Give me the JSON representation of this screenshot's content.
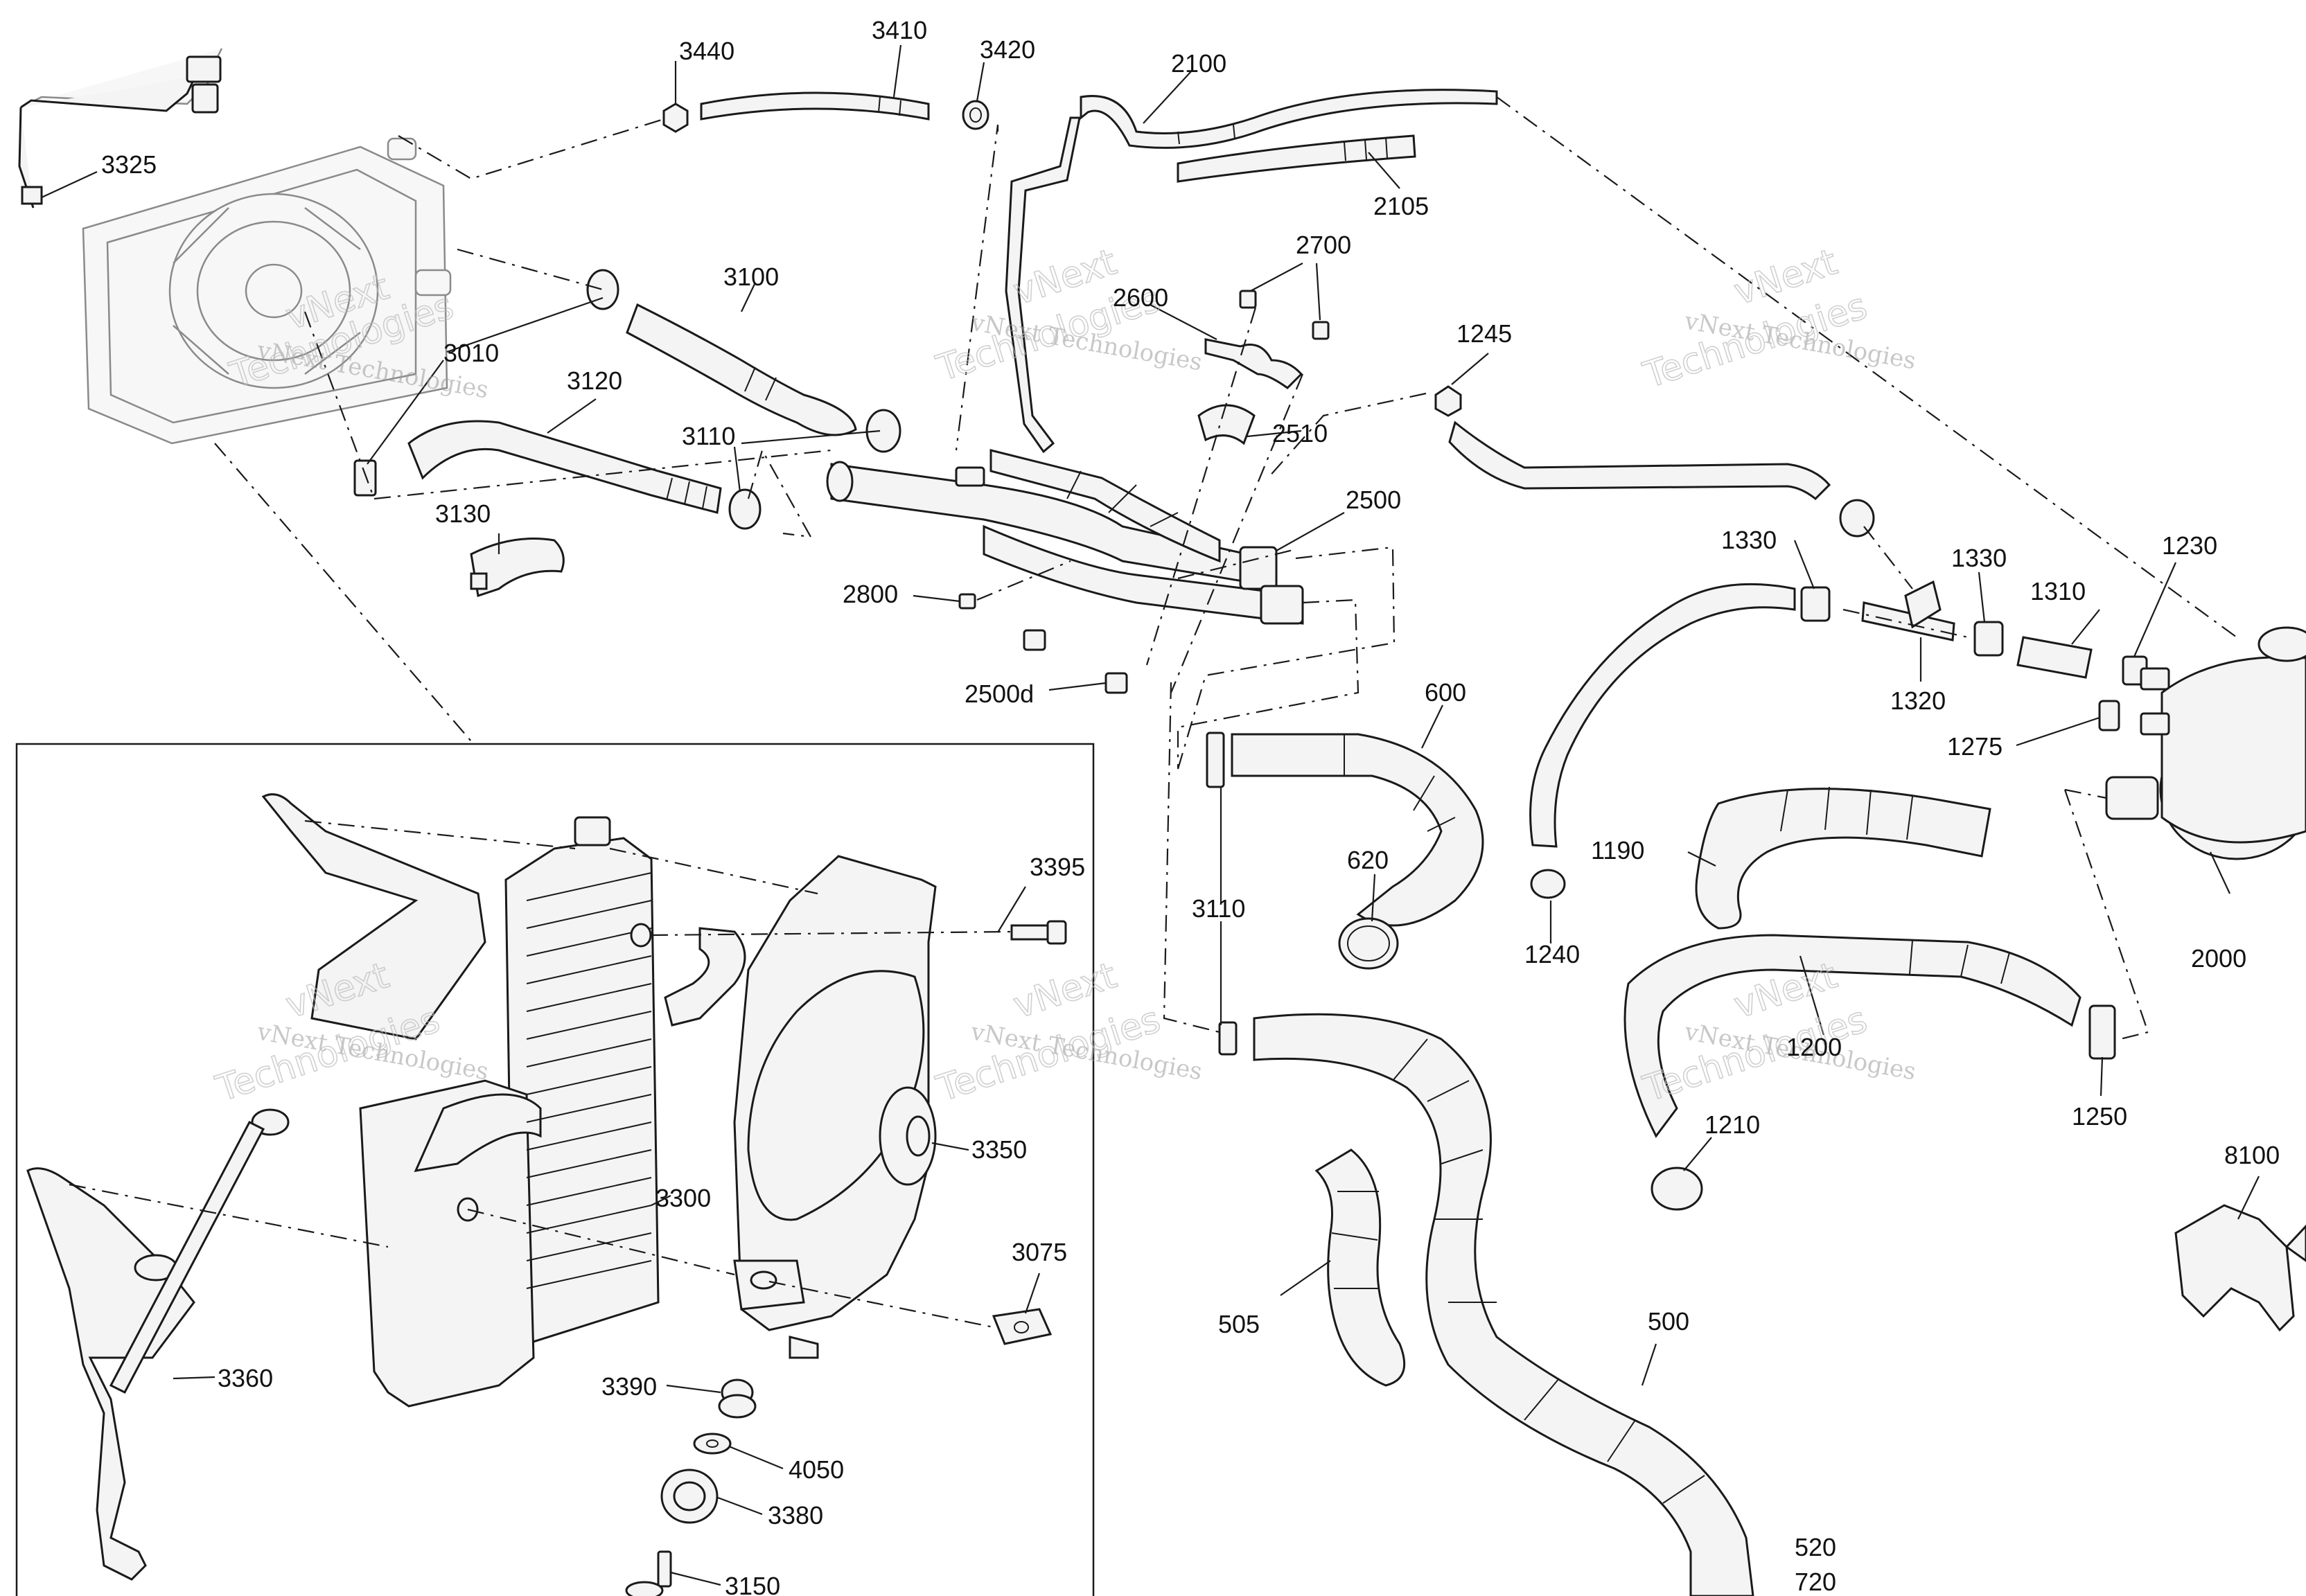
{
  "callouts": {
    "c3325": "3325",
    "c3440": "3440",
    "c3410": "3410",
    "c3420": "3420",
    "c2100": "2100",
    "c2105": "2105",
    "c2700": "2700",
    "c2600": "2600",
    "c3100": "3100",
    "c3010": "3010",
    "c3120": "3120",
    "c3110a": "3110",
    "c3130": "3130",
    "c1245": "1245",
    "c2510": "2510",
    "c2500": "2500",
    "c2800": "2800",
    "c2500d": "2500d",
    "c1330a": "1330",
    "c1330b": "1330",
    "c1310": "1310",
    "c1230": "1230",
    "c1320": "1320",
    "c1275": "1275",
    "c600": "600",
    "c620": "620",
    "c3110b": "3110",
    "c1240": "1240",
    "c1190": "1190",
    "c2000": "2000",
    "c1200": "1200",
    "c1210": "1210",
    "c1250": "1250",
    "c8100": "8100",
    "c505": "505",
    "c500": "500",
    "c520": "520",
    "c720": "720",
    "c3395": "3395",
    "c3350": "3350",
    "c3300": "3300",
    "c3075": "3075",
    "c3390": "3390",
    "c4050": "4050",
    "c3360": "3360",
    "c3380": "3380",
    "c3150": "3150"
  },
  "watermark": {
    "line1": "vNext Technologies",
    "line2a": "vNext",
    "line2b": "Technologies"
  },
  "colors": {
    "ink": "#1a1a1a",
    "fill": "#f4f4f4",
    "ghost": "#8a8a8a",
    "background": "#ffffff"
  }
}
